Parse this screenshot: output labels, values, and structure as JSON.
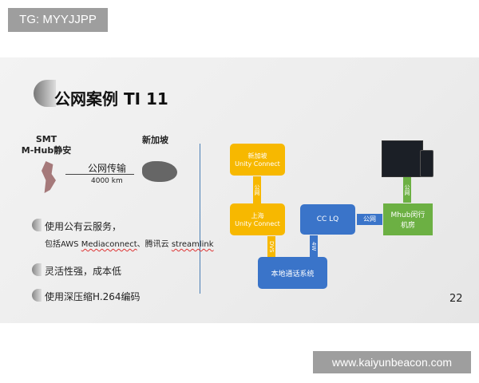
{
  "overlay_top": "TG: MYYJJPP",
  "overlay_bottom": "www.kaiyunbeacon.com",
  "slide": {
    "title": "公网案例 TI 11",
    "left_site": [
      "SMT",
      "M-Hub静安"
    ],
    "right_site": "新加坡",
    "link_label": "公网传输",
    "distance": "4000 km",
    "bullets": [
      {
        "text": "使用公有云服务，",
        "sub_prefix": "包括AWS ",
        "sub_a": "Mediaconnect",
        "sub_mid": "、腾讯云 ",
        "sub_b": "streamlink"
      },
      {
        "text": "灵活性强，成本低"
      },
      {
        "text": "使用深压缩H.264编码"
      }
    ],
    "diagram": {
      "sg_box": [
        "新加坡",
        "Unity Connect"
      ],
      "sh_box": [
        "上海",
        "Unity Connect"
      ],
      "cclq": "CC LQ",
      "mhub": [
        "Mhub闵行",
        "机房"
      ],
      "local": "本地通话系统",
      "arrow_sg_sh": "公网",
      "arrow_sh_local": "DVS",
      "arrow_local_cc": "4W",
      "arrow_cc_mhub": "公网",
      "arrow_mhub_dev": "公网"
    },
    "page_number": "22",
    "colors": {
      "yellow": "#f7b800",
      "blue": "#3a74c9",
      "green": "#6cb043"
    }
  }
}
